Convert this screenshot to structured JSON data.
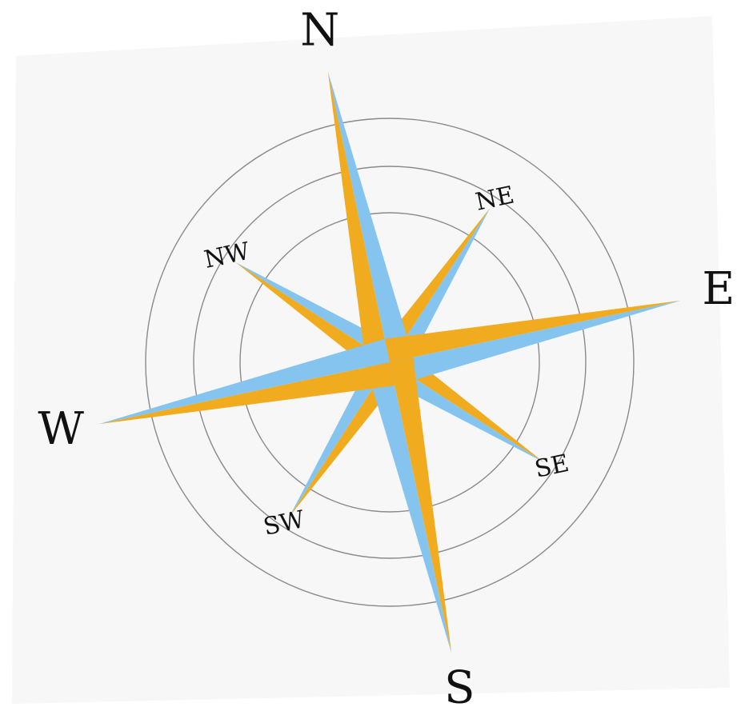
{
  "colors": {
    "background_panel": "#f7f7f7",
    "ring_stroke": "#8a8a8a",
    "blue_facet": "#86c4f0",
    "orange_facet": "#f0ab1f",
    "label_text": "#111111"
  },
  "compass": {
    "rotation_degrees": -12,
    "ring_count": 3,
    "cardinal_points": [
      {
        "label": "N",
        "bearing": 0
      },
      {
        "label": "E",
        "bearing": 90
      },
      {
        "label": "S",
        "bearing": 180
      },
      {
        "label": "W",
        "bearing": 270
      }
    ],
    "ordinal_points": [
      {
        "label": "NE",
        "bearing": 45
      },
      {
        "label": "SE",
        "bearing": 135
      },
      {
        "label": "SW",
        "bearing": 225
      },
      {
        "label": "NW",
        "bearing": 315
      }
    ]
  }
}
